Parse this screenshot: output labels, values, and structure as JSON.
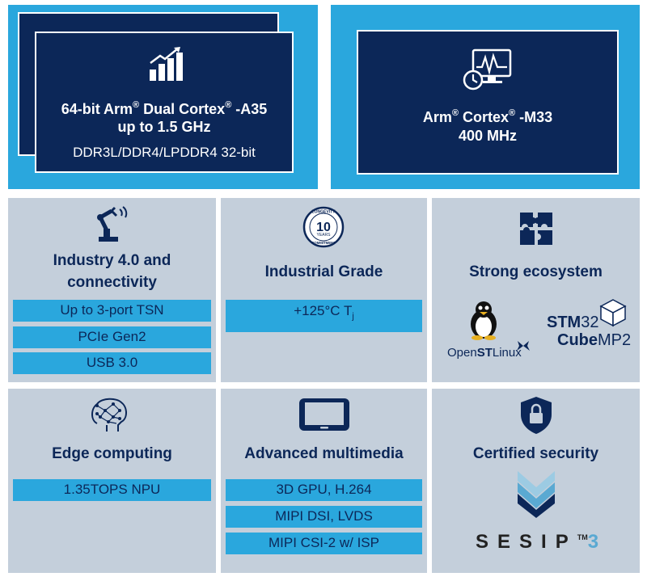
{
  "top_left": {
    "line1_a": "64-bit Arm",
    "line1_b": " Dual Cortex",
    "line1_c": " -A35",
    "line2": "up to 1.5 GHz",
    "line3": "DDR3L/DDR4/LPDDR4 32-bit",
    "reg": "®",
    "icon": "growth-bar-chart-icon"
  },
  "top_right": {
    "line1_a": "Arm",
    "line1_b": " Cortex",
    "line1_c": " -M33",
    "line2": "400 MHz",
    "reg": "®",
    "icon": "monitor-clock-icon"
  },
  "tiles": {
    "industry": {
      "title_line1": "Industry 4.0 and",
      "title_line2": "connectivity",
      "bars": [
        "Up to 3-port TSN",
        "PCIe Gen2",
        "USB 3.0"
      ],
      "icon": "robot-arm-icon"
    },
    "industrial": {
      "title": "Industrial Grade",
      "bar_value": "+125°C T",
      "bar_sub": "j",
      "icon": "longevity-badge-icon",
      "badge_top": "LONGEVITY",
      "badge_num": "10",
      "badge_mid": "YEARS",
      "badge_bottom": "COMMITMENT"
    },
    "ecosystem": {
      "title": "Strong ecosystem",
      "icon": "puzzle-icon",
      "openstlinux_a": "Open",
      "openstlinux_b": "ST",
      "openstlinux_c": "Linux",
      "stm32_a": "STM",
      "stm32_b": "32",
      "cubemp2_a": "Cube",
      "cubemp2_b": "MP2"
    },
    "edge": {
      "title": "Edge computing",
      "bars": [
        "1.35TOPS NPU"
      ],
      "icon": "brain-network-icon"
    },
    "multimedia": {
      "title": "Advanced multimedia",
      "bars": [
        "3D GPU, H.264",
        "MIPI DSI, LVDS",
        "MIPI CSI-2 w/ ISP"
      ],
      "icon": "tablet-icon"
    },
    "security": {
      "title": "Certified security",
      "icon": "shield-lock-icon",
      "sesip": "SESIP",
      "sesip_tm": "TM",
      "sesip_level": "3"
    }
  },
  "colors": {
    "accent_blue": "#2aa7dd",
    "navy": "#0c2758",
    "tile_grey": "#c4cfdb"
  }
}
